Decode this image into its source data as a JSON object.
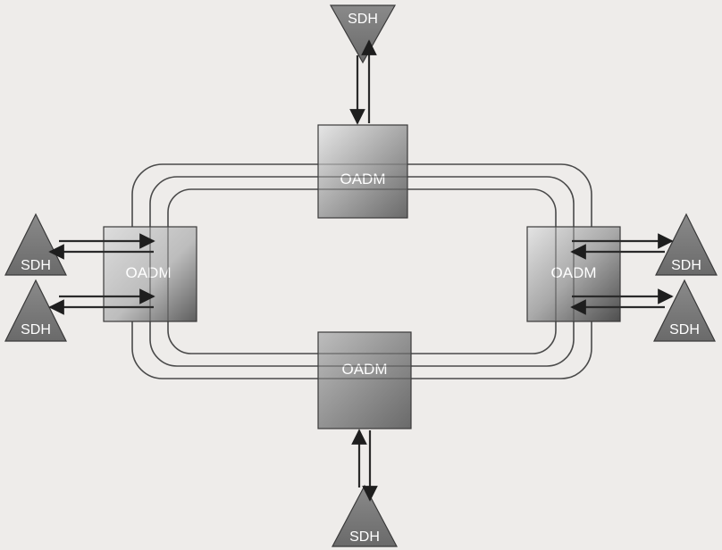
{
  "diagram": {
    "node_label": "OADM",
    "terminal_label": "SDH",
    "nodes": [
      {
        "id": "top",
        "label": "OADM"
      },
      {
        "id": "left",
        "label": "OADM"
      },
      {
        "id": "right",
        "label": "OADM"
      },
      {
        "id": "bottom",
        "label": "OADM"
      }
    ],
    "terminals": [
      {
        "id": "top",
        "label": "SDH"
      },
      {
        "id": "left-1",
        "label": "SDH"
      },
      {
        "id": "left-2",
        "label": "SDH"
      },
      {
        "id": "right-1",
        "label": "SDH"
      },
      {
        "id": "right-2",
        "label": "SDH"
      },
      {
        "id": "bottom",
        "label": "SDH"
      }
    ],
    "colors": {
      "node_fill_light": "#dcdcdc",
      "node_fill_dark": "#6e6e6e",
      "terminal_fill": "#7a7a7a",
      "line": "#2a2a2a",
      "background": "#eeecea"
    }
  }
}
